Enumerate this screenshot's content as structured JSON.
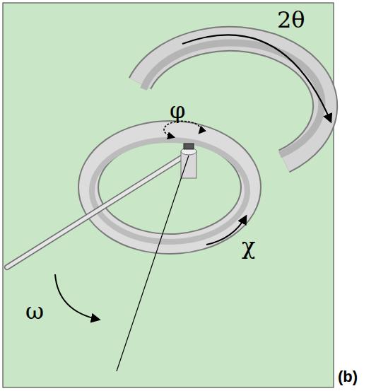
{
  "diagram": {
    "labels": [
      "2θ",
      "φ",
      "χ",
      "ω",
      "(b)"
    ]
  }
}
